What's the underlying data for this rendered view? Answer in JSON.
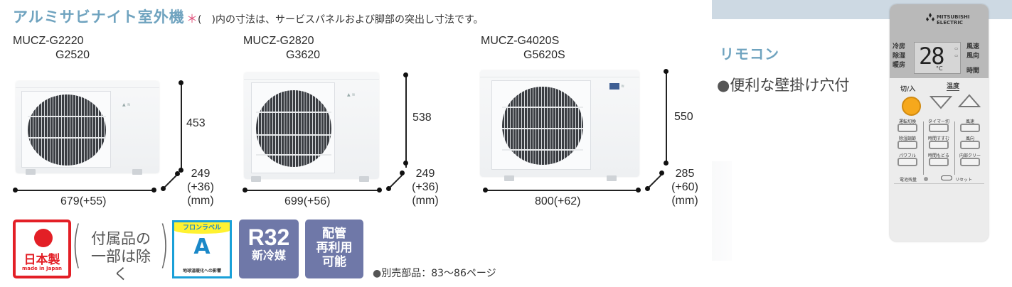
{
  "header": {
    "title": "アルミサビナイト室外機",
    "note_asterisk": "＊",
    "note_text": "(　)内の寸法は、サービスパネルおよび脚部の突出し寸法です。"
  },
  "units": [
    {
      "model_line1": "MUCZ-G2220",
      "model_line2": "G2520",
      "height": "453",
      "depth": "249",
      "depth_extra": "(+36)",
      "width": "679(+55)",
      "unit": "(mm)"
    },
    {
      "model_line1": "MUCZ-G2820",
      "model_line2": "G3620",
      "height": "538",
      "depth": "249",
      "depth_extra": "(+36)",
      "width": "699(+56)",
      "unit": "(mm)"
    },
    {
      "model_line1": "MUCZ-G4020S",
      "model_line2": "G5620S",
      "height": "550",
      "depth": "285",
      "depth_extra": "(+60)",
      "width": "800(+62)",
      "unit": "(mm)"
    }
  ],
  "badges": {
    "made_in_japan": {
      "jp": "日本製",
      "en": "made in Japan",
      "color": "#e31f26"
    },
    "exception_line1": "付属品の",
    "exception_line2": "一部は除く",
    "freon_label": {
      "band": "フロンラベル",
      "grade": "A",
      "sub": "地球温暖化への影響",
      "color": "#1a88c8"
    },
    "r32": {
      "big": "R32",
      "small": "新冷媒"
    },
    "pipe_reuse": {
      "line1": "配管",
      "line2": "再利用",
      "line3": "可能"
    },
    "purple": "#6f78a8"
  },
  "parts_note": {
    "bullet": "●",
    "text": "別売部品：83〜86ページ"
  },
  "remote_section": {
    "title": "リモコン",
    "bullet": "●",
    "feature": "便利な壁掛け穴付",
    "remote": {
      "brand": "MITSUBISHI ELECTRIC",
      "temp": "28",
      "temp_unit": "°C",
      "left_modes": [
        "冷房",
        "除湿",
        "暖房"
      ],
      "right_modes": [
        "風速",
        "風向",
        "時間"
      ],
      "power_label": "切/入",
      "temp_label": "温度",
      "buttons": [
        "運転切換",
        "タイマー切換",
        "風速",
        "除湿調節",
        "時間すすむ",
        "風向",
        "パワフル",
        "時間もどる",
        "内部クリーン"
      ],
      "bottom_left": "電池残量",
      "bottom_right": "リセット"
    }
  }
}
